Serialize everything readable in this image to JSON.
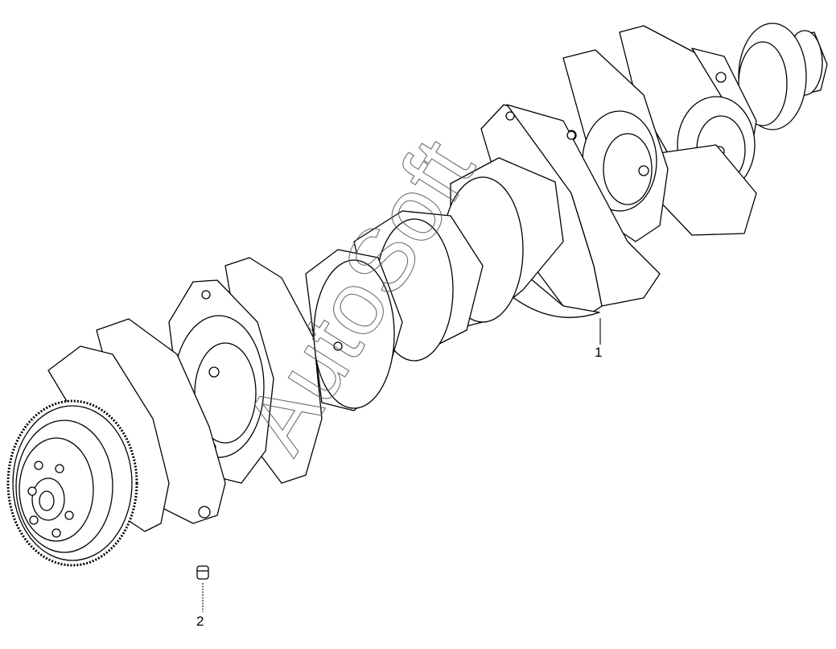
{
  "diagram": {
    "callouts": [
      {
        "number": "1",
        "part": "crankshaft"
      },
      {
        "number": "2",
        "part": "plug"
      }
    ],
    "watermark": "AutoSoft",
    "colors": {
      "line": "#000000",
      "background": "#ffffff",
      "watermark": "#555555"
    }
  }
}
